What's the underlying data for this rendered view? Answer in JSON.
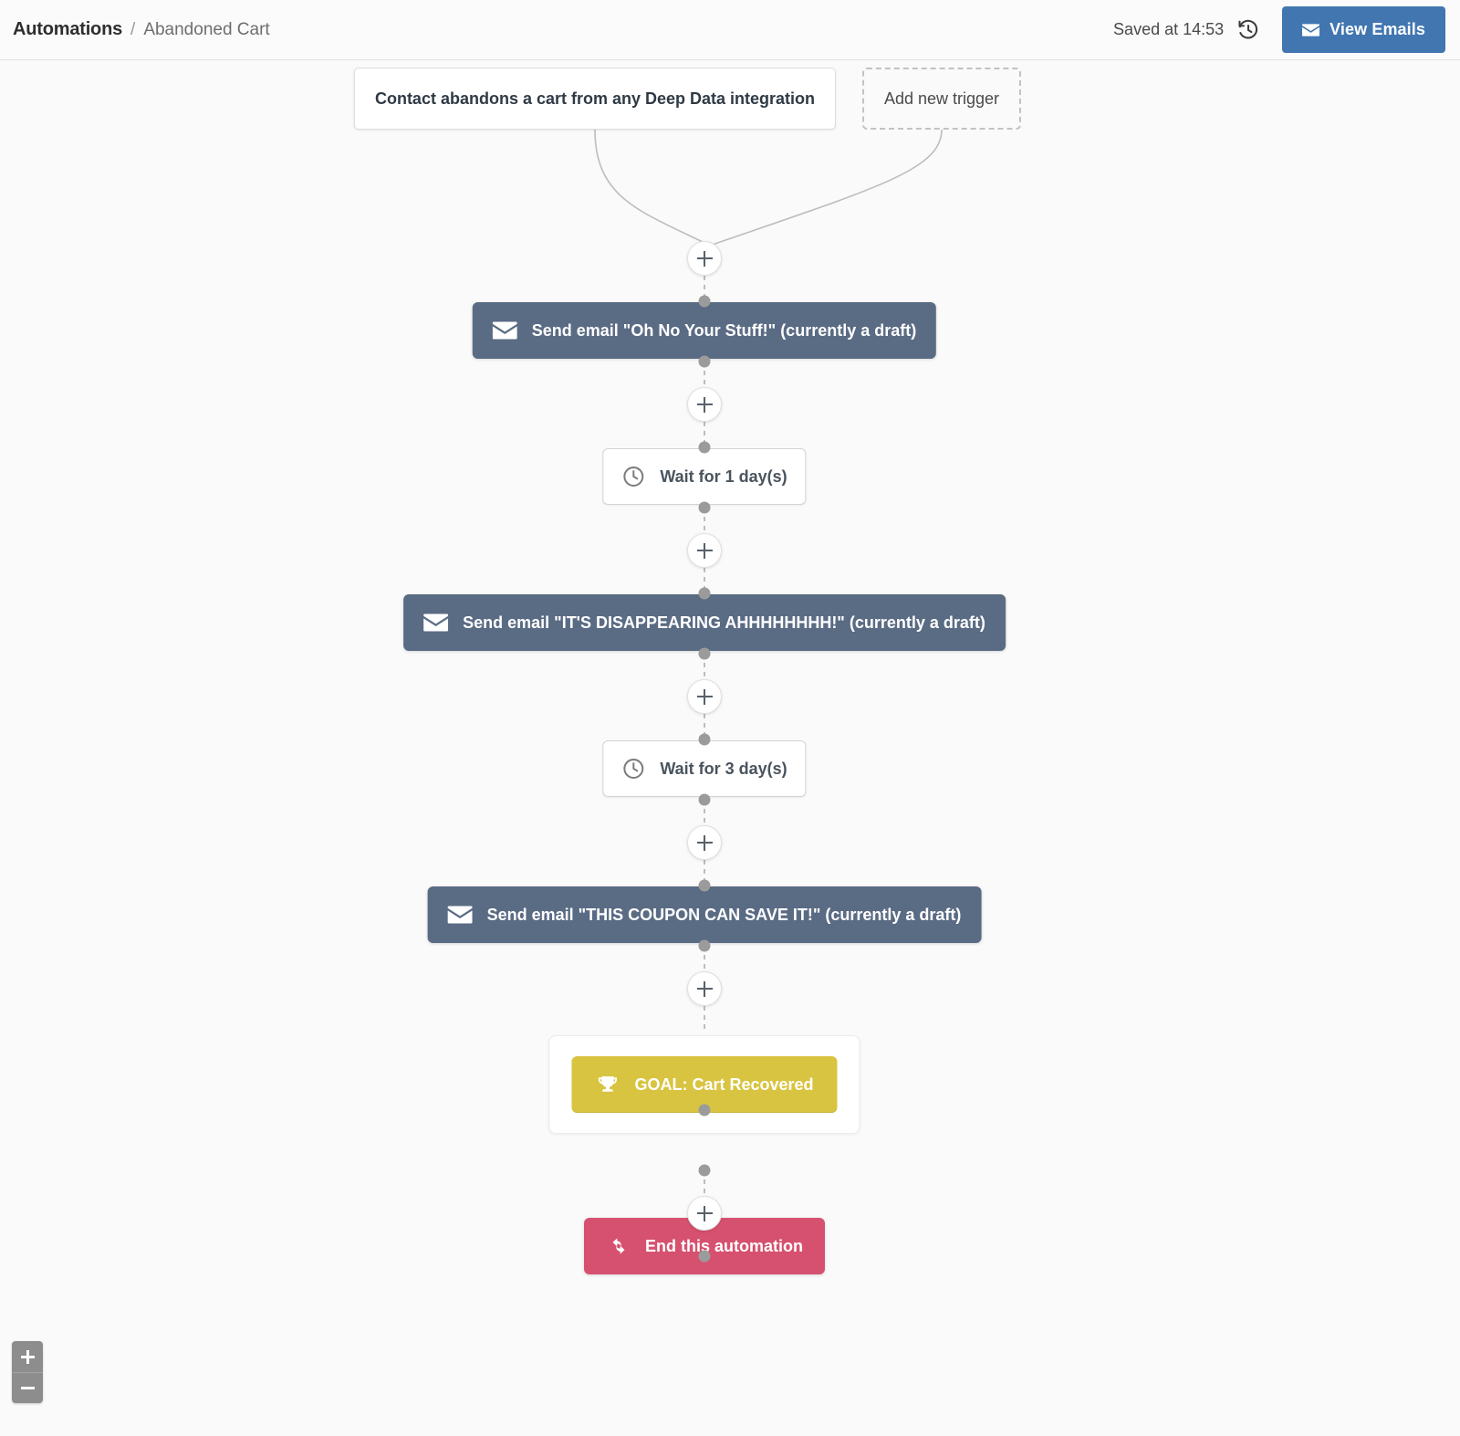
{
  "header": {
    "breadcrumb_root": "Automations",
    "breadcrumb_separator": "/",
    "breadcrumb_current": "Abandoned Cart",
    "saved_status": "Saved at 14:53",
    "history_icon": "history-clock-icon",
    "view_emails_label": "View Emails",
    "view_emails_icon": "envelope-icon",
    "accent_blue": "#4176b0"
  },
  "flow": {
    "triggers": [
      {
        "label": "Contact abandons a cart from any Deep Data integration",
        "style": "solid"
      },
      {
        "label": "Add new trigger",
        "style": "dashed"
      }
    ],
    "steps": [
      {
        "type": "email",
        "icon": "envelope-icon",
        "label": "Send email \"Oh No Your Stuff!\" (currently a draft)",
        "color": "#5a6b84"
      },
      {
        "type": "wait",
        "icon": "clock-icon",
        "label": "Wait for 1 day(s)",
        "color": "#ffffff"
      },
      {
        "type": "email",
        "icon": "envelope-icon",
        "label": "Send email \"IT'S DISAPPEARING AHHHHHHHH!\" (currently a draft)",
        "color": "#5a6b84"
      },
      {
        "type": "wait",
        "icon": "clock-icon",
        "label": "Wait for 3 day(s)",
        "color": "#ffffff"
      },
      {
        "type": "email",
        "icon": "envelope-icon",
        "label": "Send email \"THIS COUPON CAN SAVE IT!\" (currently a draft)",
        "color": "#5a6b84"
      },
      {
        "type": "goal",
        "icon": "trophy-icon",
        "label": "GOAL: Cart Recovered",
        "color": "#d8c440"
      },
      {
        "type": "end",
        "icon": "split-arrows-icon",
        "label": "End this automation",
        "color": "#d6516f"
      }
    ],
    "add_step_label": "+"
  },
  "zoom_controls": {
    "zoom_in_label": "+",
    "zoom_out_label": "−"
  }
}
